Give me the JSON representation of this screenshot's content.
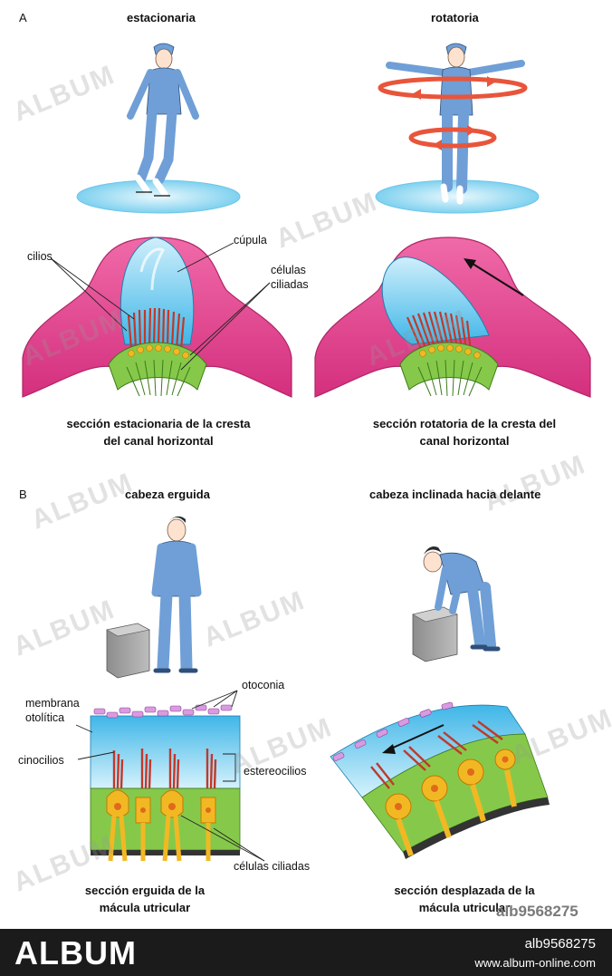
{
  "panel_a": {
    "letter": "A",
    "left_title": "estacionaria",
    "right_title": "rotatoria",
    "labels": {
      "cupula": "cúpula",
      "cilios": "cilios",
      "celulas_line1": "células",
      "celulas_line2": "ciliadas"
    },
    "left_caption_line1": "sección estacionaria de la cresta",
    "left_caption_line2": "del canal horizontal",
    "right_caption_line1": "sección rotatoria de la cresta del",
    "right_caption_line2": "canal horizontal"
  },
  "panel_b": {
    "letter": "B",
    "left_title": "cabeza erguida",
    "right_title": "cabeza inclinada hacia delante",
    "labels": {
      "otoconia": "otoconia",
      "membrana_line1": "membrana",
      "membrana_line2": "otolítica",
      "cinocilios": "cinocilios",
      "estereocilios": "estereocilios",
      "celulas_ciliadas": "células ciliadas"
    },
    "left_caption_line1": "sección erguida de la",
    "left_caption_line2": "mácula utricular",
    "right_caption_line1": "sección desplazada de la",
    "right_caption_line2": "mácula utricular"
  },
  "watermark": {
    "text": "ALBUM",
    "image_id": "alb9568275"
  },
  "footer": {
    "logo": "ALBUM",
    "id": "alb9568275",
    "url": "www.album-online.com"
  },
  "colors": {
    "pink": "#e83e8c",
    "cupula_blue": "#5bc8ee",
    "hair_red": "#c0392b",
    "cell_green": "#86c94a",
    "cell_yellow": "#f2b824",
    "figure_blue": "#6f9fd6",
    "arrow_orange": "#e8553b"
  }
}
